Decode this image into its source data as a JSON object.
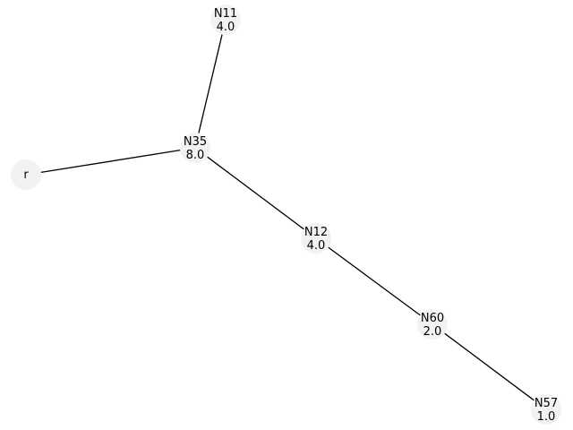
{
  "graph": {
    "node_color": "#f2f2f2",
    "edge_color": "#000000",
    "nodes": [
      {
        "id": "N11",
        "name": "N11",
        "value": "4.0"
      },
      {
        "id": "N35",
        "name": "N35",
        "value": "8.0"
      },
      {
        "id": "r",
        "name": "r",
        "value": ""
      },
      {
        "id": "N12",
        "name": "N12",
        "value": "4.0"
      },
      {
        "id": "N60",
        "name": "N60",
        "value": "2.0"
      },
      {
        "id": "N57",
        "name": "N57",
        "value": "1.0"
      }
    ],
    "edges": [
      {
        "source": "N11",
        "target": "N35"
      },
      {
        "source": "r",
        "target": "N35"
      },
      {
        "source": "N35",
        "target": "N12"
      },
      {
        "source": "N12",
        "target": "N60"
      },
      {
        "source": "N60",
        "target": "N57"
      }
    ]
  }
}
